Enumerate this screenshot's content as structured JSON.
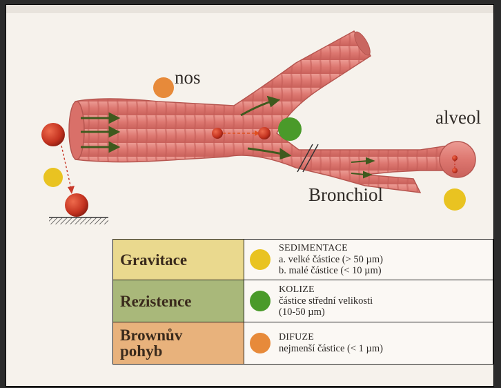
{
  "labels": {
    "nos": "nos",
    "alveol": "alveol",
    "bronchiol": "Bronchiol"
  },
  "legend": [
    {
      "category": "Gravitace",
      "title": "SEDIMENTACE",
      "line1": "a. velké částice (> 50 µm)",
      "line2": "b. malé částice (< 10 µm)",
      "dot_color": "#e9c321"
    },
    {
      "category": "Rezistence",
      "title": "KOLIZE",
      "line1": "částice střední velikosti",
      "line2": "(10-50 µm)",
      "dot_color": "#4a9a2a"
    },
    {
      "category_line1": "Brownův",
      "category_line2": "pohyb",
      "title": "DIFUZE",
      "line1": "nejmenší částice (< 1 µm)",
      "dot_color": "#e78a3a"
    }
  ],
  "colors": {
    "airway": "#e0827c",
    "airway_dark": "#b14a45",
    "particle_red": "#c8392a",
    "arrow_green": "#3f5a1e"
  }
}
